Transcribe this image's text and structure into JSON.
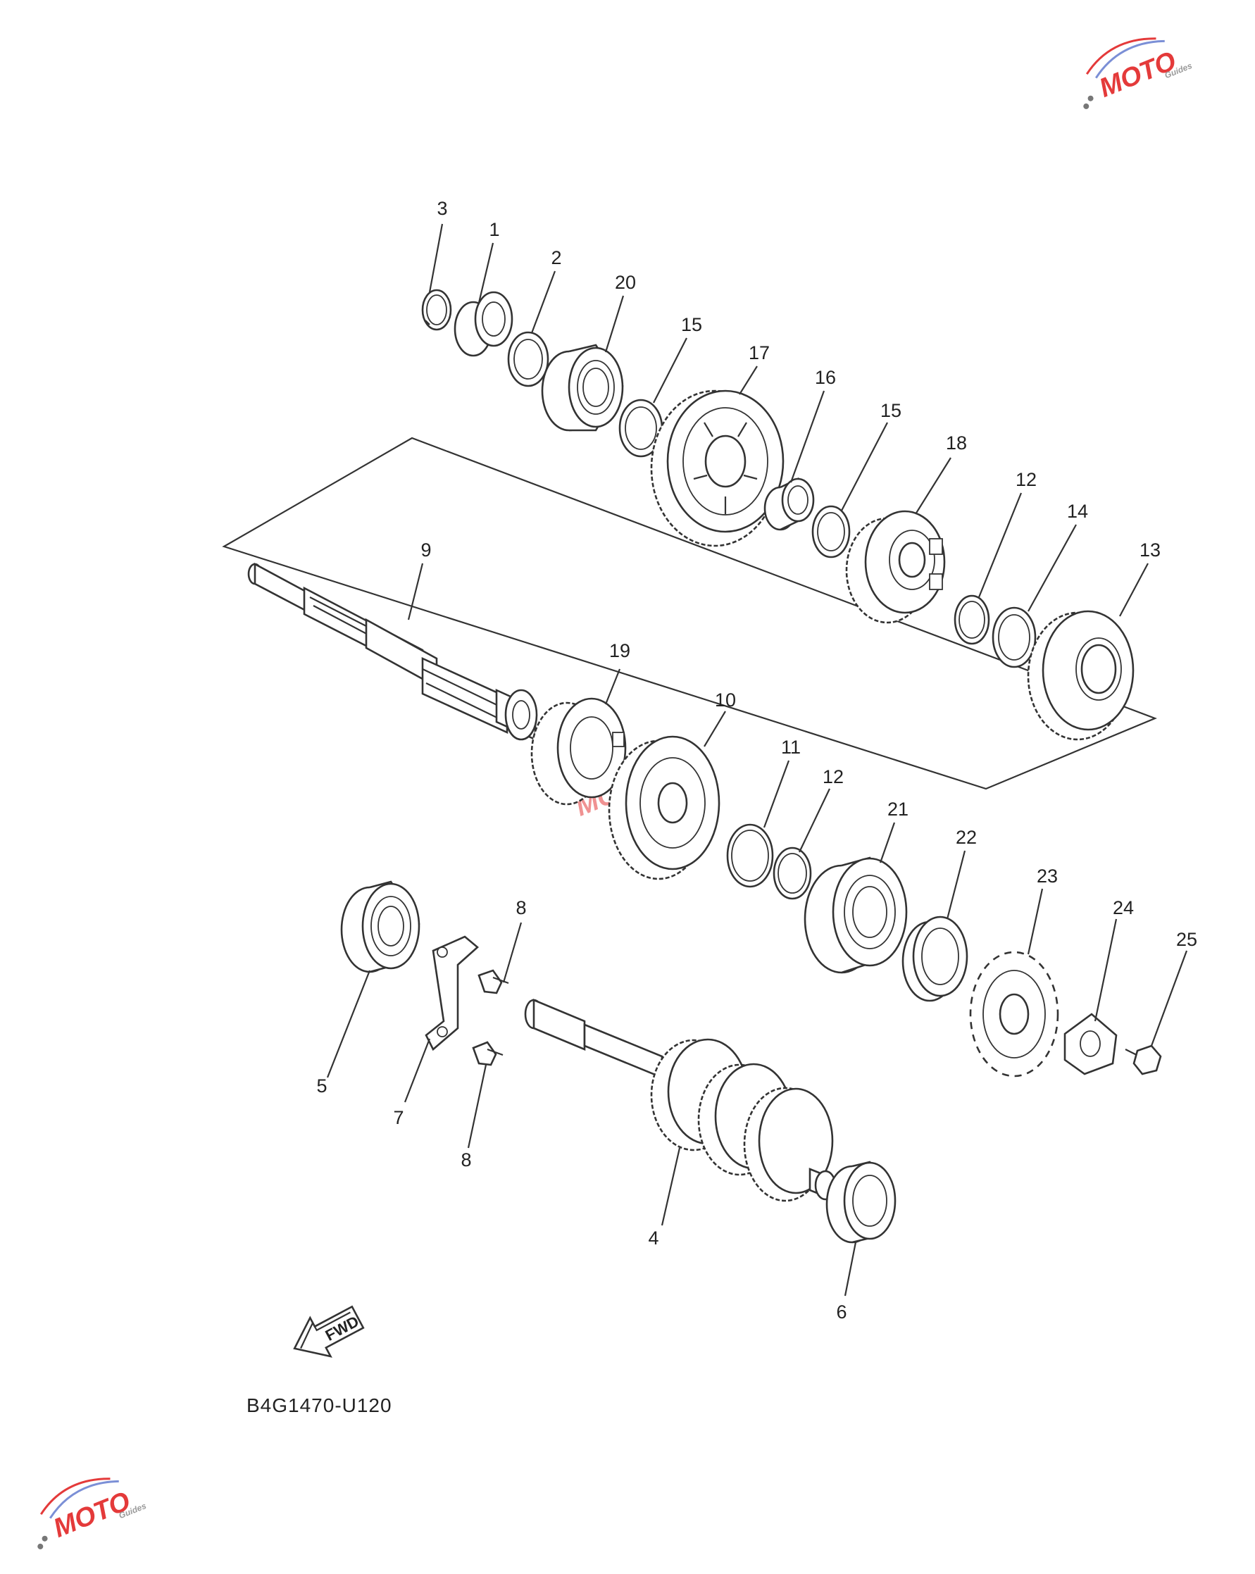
{
  "diagram": {
    "code": "B4G1470-U120",
    "fwd_label": "FWD",
    "watermark": {
      "main": "MOTO",
      "sub": "Guides"
    },
    "callouts": [
      {
        "id": "3",
        "text": "3"
      },
      {
        "id": "1",
        "text": "1"
      },
      {
        "id": "2",
        "text": "2"
      },
      {
        "id": "20",
        "text": "20"
      },
      {
        "id": "15a",
        "text": "15"
      },
      {
        "id": "17",
        "text": "17"
      },
      {
        "id": "16",
        "text": "16"
      },
      {
        "id": "15b",
        "text": "15"
      },
      {
        "id": "18",
        "text": "18"
      },
      {
        "id": "12a",
        "text": "12"
      },
      {
        "id": "14",
        "text": "14"
      },
      {
        "id": "13",
        "text": "13"
      },
      {
        "id": "9",
        "text": "9"
      },
      {
        "id": "19",
        "text": "19"
      },
      {
        "id": "10",
        "text": "10"
      },
      {
        "id": "11",
        "text": "11"
      },
      {
        "id": "12b",
        "text": "12"
      },
      {
        "id": "21",
        "text": "21"
      },
      {
        "id": "22",
        "text": "22"
      },
      {
        "id": "23",
        "text": "23"
      },
      {
        "id": "24",
        "text": "24"
      },
      {
        "id": "25",
        "text": "25"
      },
      {
        "id": "8a",
        "text": "8"
      },
      {
        "id": "5",
        "text": "5"
      },
      {
        "id": "7",
        "text": "7"
      },
      {
        "id": "8b",
        "text": "8"
      },
      {
        "id": "4",
        "text": "4"
      },
      {
        "id": "6",
        "text": "6"
      }
    ]
  },
  "colors": {
    "line": "#333333",
    "label": "#222222",
    "watermark_red": "#e43a3a",
    "watermark_blue": "#7b8fd6",
    "watermark_gray": "#9a9a9a"
  }
}
